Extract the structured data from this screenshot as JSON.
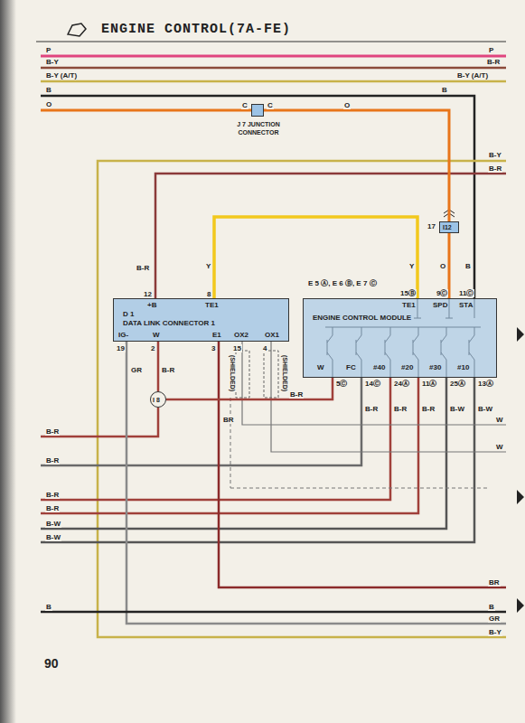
{
  "diagram": {
    "title": "ENGINE CONTROL(7A-FE)",
    "nodes": [
      {
        "text": [
          "J 7 JUNCTION CONNECTOR"
        ]
      },
      {
        "text": [
          "I12"
        ]
      },
      {
        "text": [
          "D 1",
          "DATA LINK CONNECTOR 1"
        ]
      },
      {
        "text": [
          "E 5 Ⓐ, E 6 Ⓑ, E 7 Ⓒ",
          "ENGINE CONTROL MODULE"
        ]
      },
      {
        "text": [
          "I 8"
        ]
      }
    ],
    "edges": [
      {
        "from": 0,
        "to": 1,
        "arrow": "none",
        "label": "O"
      },
      {
        "from": 1,
        "to": 3,
        "arrow": "none",
        "label": "O"
      },
      {
        "from": 2,
        "to": 3,
        "arrow": "none",
        "label": "Y"
      },
      {
        "from": 2,
        "to": 4,
        "arrow": "none",
        "label": "B-R"
      },
      {
        "from": 4,
        "to": 3,
        "arrow": "none",
        "label": "B-R"
      }
    ],
    "labels": [
      "P",
      "P",
      "B-Y",
      "B-R",
      "B-Y (A/T)",
      "B-Y (A/T)",
      "B",
      "B",
      "O",
      "C",
      "C",
      "B-Y",
      "B-R",
      "17",
      "B-R",
      "Y",
      "B",
      "12",
      "+B",
      "8",
      "TE1",
      "IG-",
      "W",
      "E1",
      "OX2",
      "OX1",
      "19",
      "2",
      "3",
      "15",
      "4",
      "15Ⓑ",
      "9Ⓒ",
      "11Ⓒ",
      "TE1",
      "SPD",
      "STA",
      "W",
      "FC",
      "#40",
      "#20",
      "#30",
      "#10",
      "5Ⓒ",
      "14Ⓒ",
      "24Ⓐ",
      "11Ⓐ",
      "25Ⓐ",
      "13Ⓐ",
      "GR",
      "BR",
      "(SHIELDED)",
      "(SHIELDED)",
      "B-R",
      "B-R",
      "B-R",
      "B-W",
      "B-W",
      "W",
      "W",
      "B-R",
      "B-R",
      "B-R",
      "B-R",
      "B-W",
      "B-W",
      "BR",
      "B",
      "B",
      "GR",
      "B-Y",
      "90"
    ]
  }
}
